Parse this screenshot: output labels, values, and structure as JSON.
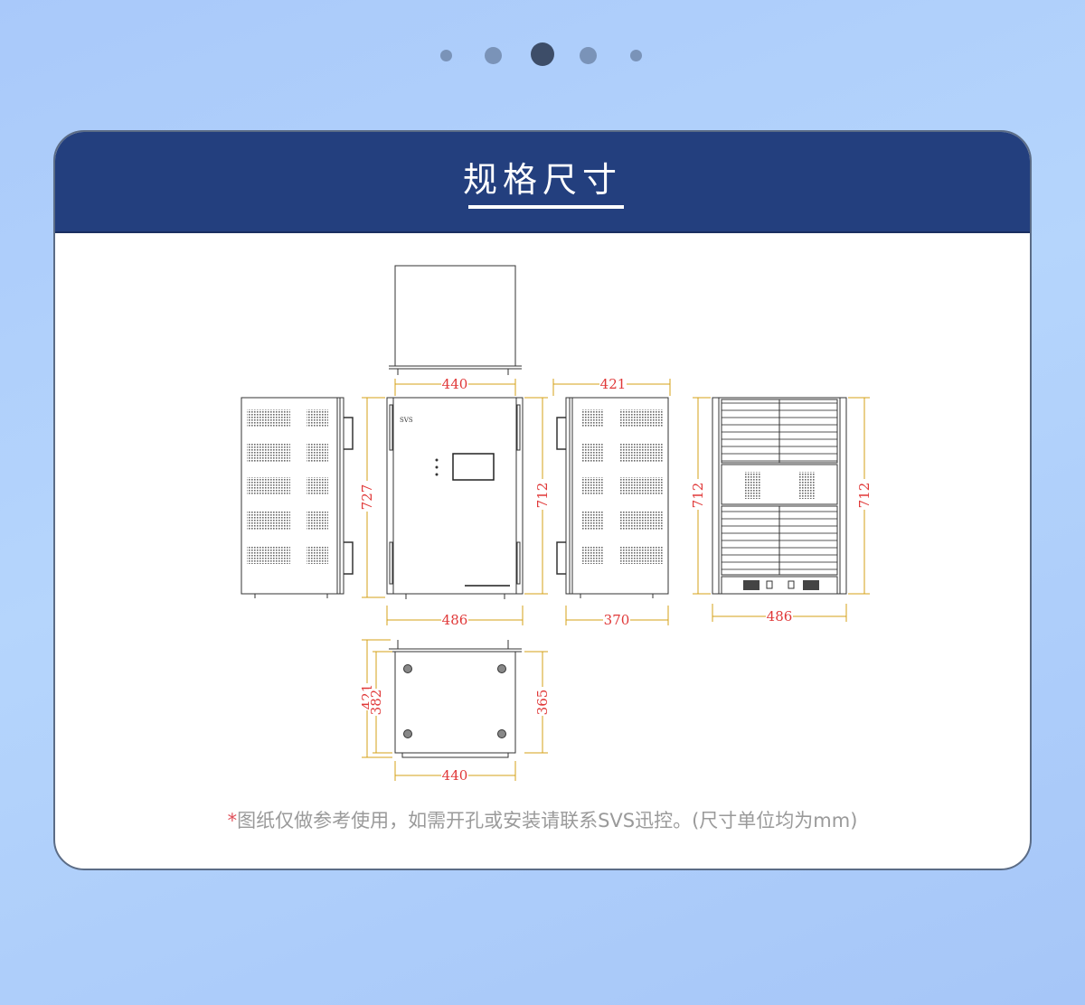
{
  "pagination": {
    "count": 5,
    "active_index": 2
  },
  "card": {
    "title": "规格尺寸",
    "footnote_star": "*",
    "footnote": "图纸仅做参考使用，如需开孔或安装请联系SVS迅控。(尺寸单位均为mm)"
  },
  "drawing": {
    "brand_label": "SVS",
    "dimensions": {
      "front_top_width": "440",
      "front_height_left": "727",
      "front_height_right": "712",
      "front_bottom_width": "486",
      "side_top_width": "421",
      "side_bottom_width": "370",
      "rear_height_left": "712",
      "rear_height_right": "712",
      "rear_bottom_width": "486",
      "bottom_depth_outer": "421",
      "bottom_depth_inner": "382",
      "bottom_depth_right": "365",
      "bottom_width": "440"
    }
  },
  "colors": {
    "header": "#233f7e",
    "dimension_text": "#e03838",
    "dimension_line": "#d4a017"
  }
}
